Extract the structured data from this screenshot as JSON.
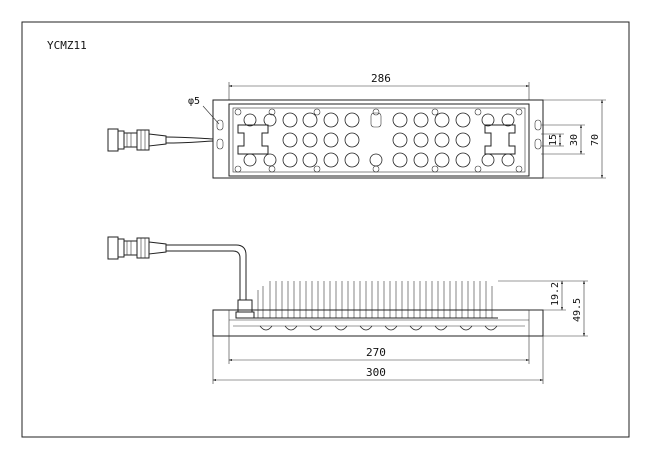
{
  "drawing": {
    "model_label": "YCMZ11",
    "top_view": {
      "dim_length": "286",
      "dim_hole": "φ5",
      "dim_slot_spacing": "15",
      "dim_slot_outer": "30",
      "dim_height": "70"
    },
    "side_view": {
      "dim_fin_height": "19.2",
      "dim_total_height": "49.5",
      "dim_inner_length": "270",
      "dim_overall_length": "300"
    }
  },
  "icons": {
    "connector": "cable-connector-icon",
    "led_lens": "led-lens-icon"
  }
}
